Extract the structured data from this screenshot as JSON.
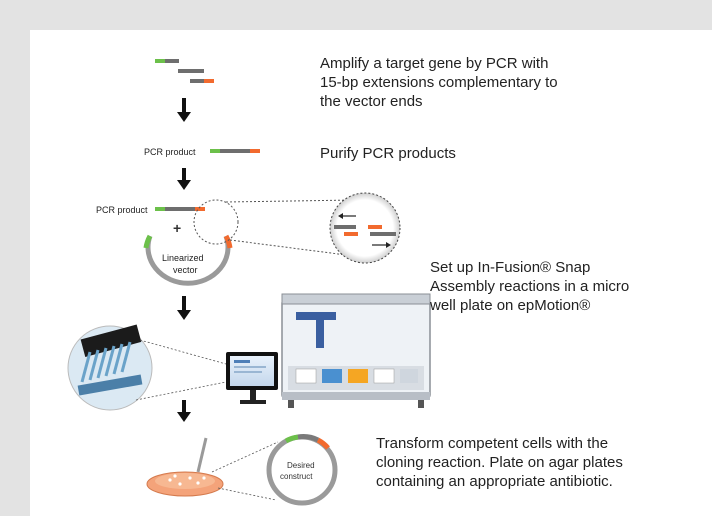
{
  "steps": [
    "Amplify a target gene by PCR with\n15-bp extensions complementary to\nthe vector ends",
    "Purify PCR products",
    "Set up In-Fusion® Snap\nAssembly reactions in a micro\nwell plate on epMotion®",
    "Transform competent cells with the\ncloning reaction. Plate on agar plates\ncontaining an appropriate antibiotic."
  ],
  "labels": {
    "pcr_product_1": "PCR product",
    "pcr_product_2": "PCR product",
    "plus": "+",
    "linearized_line1": "Linearized",
    "linearized_line2": "vector",
    "desired_line1": "Desired",
    "desired_line2": "construct"
  },
  "colors": {
    "background": "#e3e3e3",
    "panel": "#ffffff",
    "green": "#6cc04a",
    "orange": "#f26a2e",
    "gray_dna": "#6e6e6e",
    "plate": "#f4a37a"
  },
  "icons": [
    "down-arrow-icon",
    "pipette-icon",
    "monitor-icon",
    "robot-icon",
    "petri-dish-icon"
  ]
}
